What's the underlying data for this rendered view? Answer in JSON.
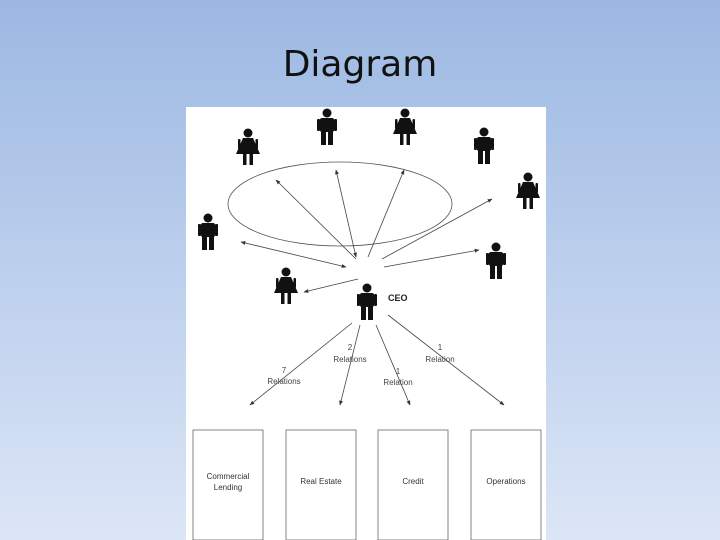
{
  "slide": {
    "title": "Diagram"
  },
  "diagram": {
    "ceo_label": "CEO",
    "relations": [
      {
        "line1": "7",
        "line2": "Relations"
      },
      {
        "line1": "2",
        "line2": "Relations"
      },
      {
        "line1": "1",
        "line2": "Relation"
      },
      {
        "line1": "1",
        "line2": "Relation"
      }
    ],
    "departments": [
      {
        "line1": "Commercial",
        "line2": "Lending"
      },
      {
        "line1": "Real Estate",
        "line2": ""
      },
      {
        "line1": "Credit",
        "line2": ""
      },
      {
        "line1": "Operations",
        "line2": ""
      }
    ],
    "people_icons": [
      "female-person-icon",
      "male-person-icon",
      "female-person-icon",
      "male-person-icon",
      "female-person-icon",
      "male-person-icon",
      "male-person-icon",
      "female-person-icon",
      "male-person-icon"
    ]
  }
}
